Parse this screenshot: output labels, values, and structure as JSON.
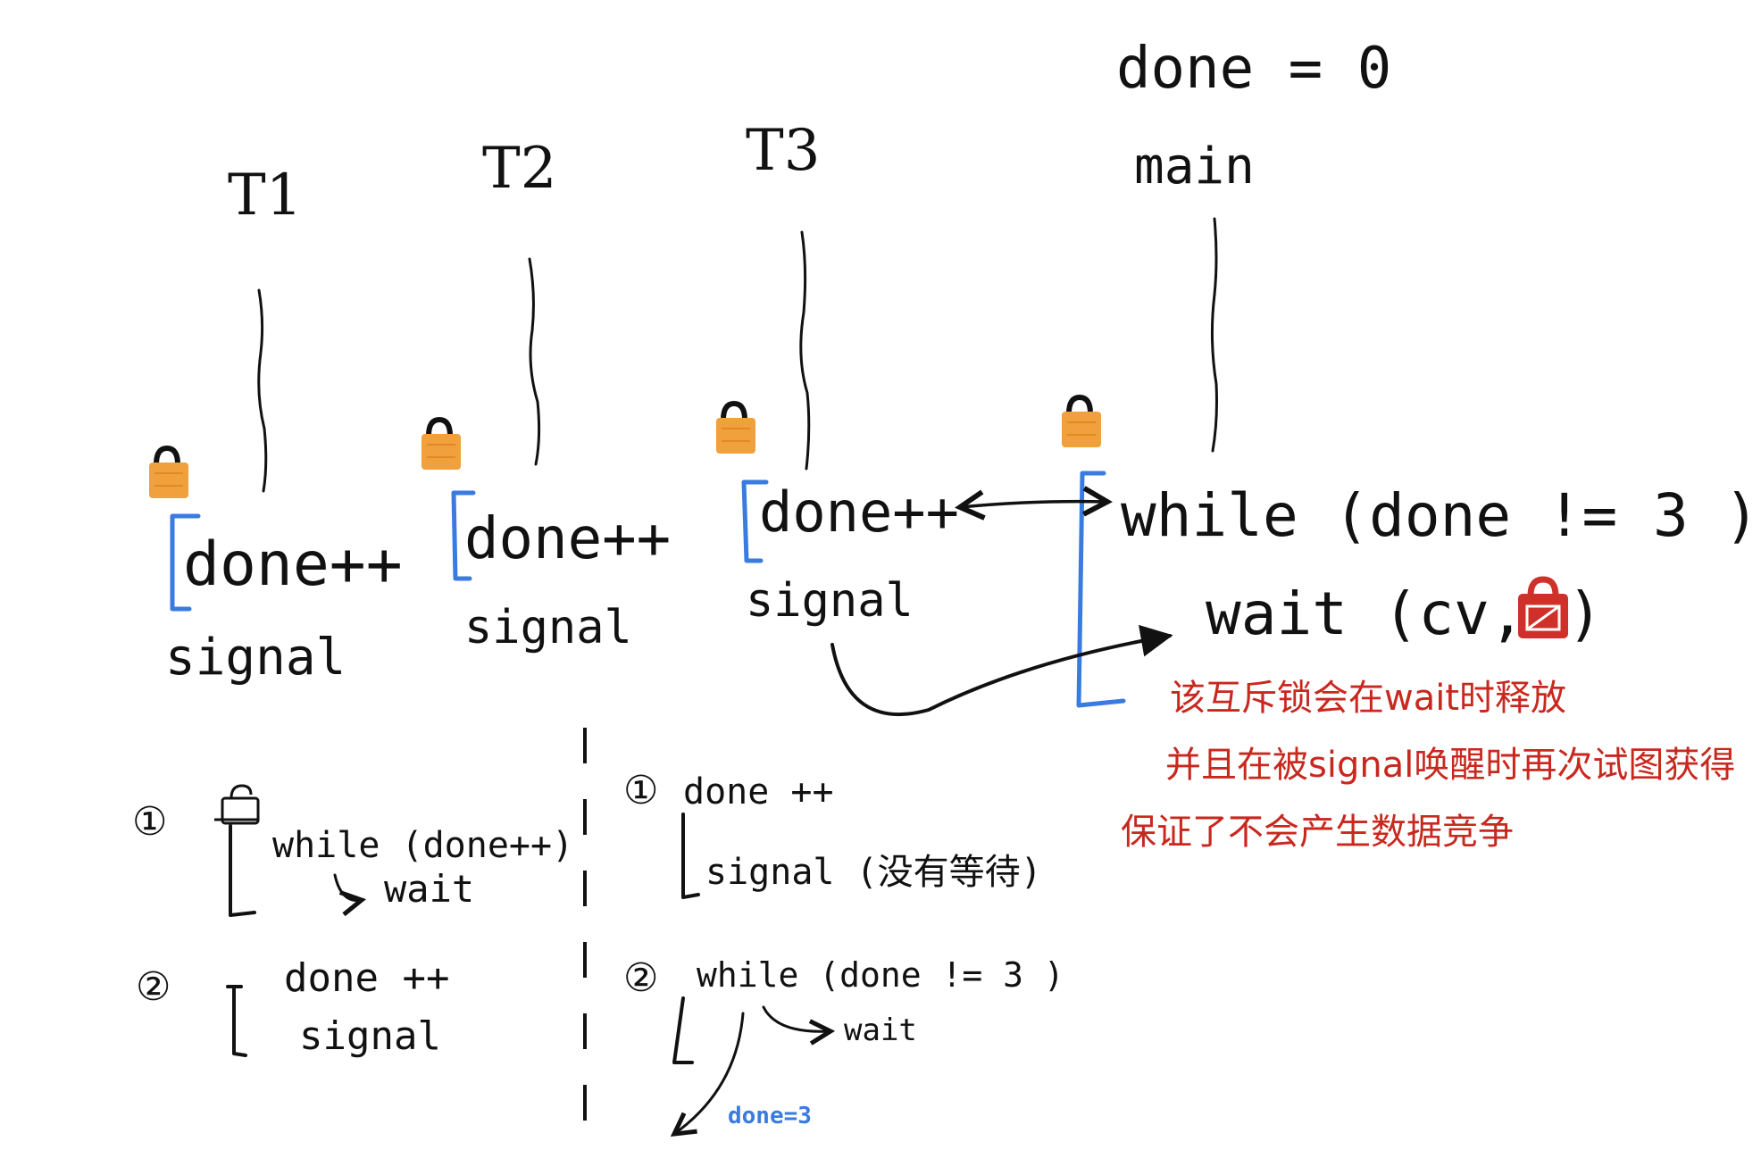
{
  "top_state": "done = 0",
  "threads": [
    {
      "label": "T1",
      "code": "done++",
      "signal": "signal"
    },
    {
      "label": "T2",
      "code": "done++",
      "signal": "signal"
    },
    {
      "label": "T3",
      "code": "done++",
      "signal": "signal"
    }
  ],
  "main": {
    "label": "main",
    "while_line": "while (done != 3 )",
    "wait_line": "wait (cv,",
    "wait_close": ")"
  },
  "note": {
    "line1": "该互斥锁会在wait时释放",
    "line2": "并且在被signal唤醒时再次试图获得",
    "line3": "保证了不会产生数据竞争"
  },
  "left_case": {
    "num1": "①",
    "line1": "while (done++)",
    "line1b": "wait",
    "num2": "②",
    "line2": "done ++",
    "line2b": "signal"
  },
  "right_case": {
    "num1": "①",
    "line1": "done ++",
    "line1b": "signal (没有等待)",
    "num2": "②",
    "line2": "while (done != 3 )",
    "line2b": "wait",
    "line2c": "done=3"
  },
  "colors": {
    "ink": "#111111",
    "accent_blue": "#3a7be0",
    "note_red": "#c8281e",
    "lock_orange": "#f0a03c",
    "lock_red": "#d0302a"
  },
  "icons": [
    "lock-icon",
    "unlock-icon",
    "red-lock-icon"
  ]
}
